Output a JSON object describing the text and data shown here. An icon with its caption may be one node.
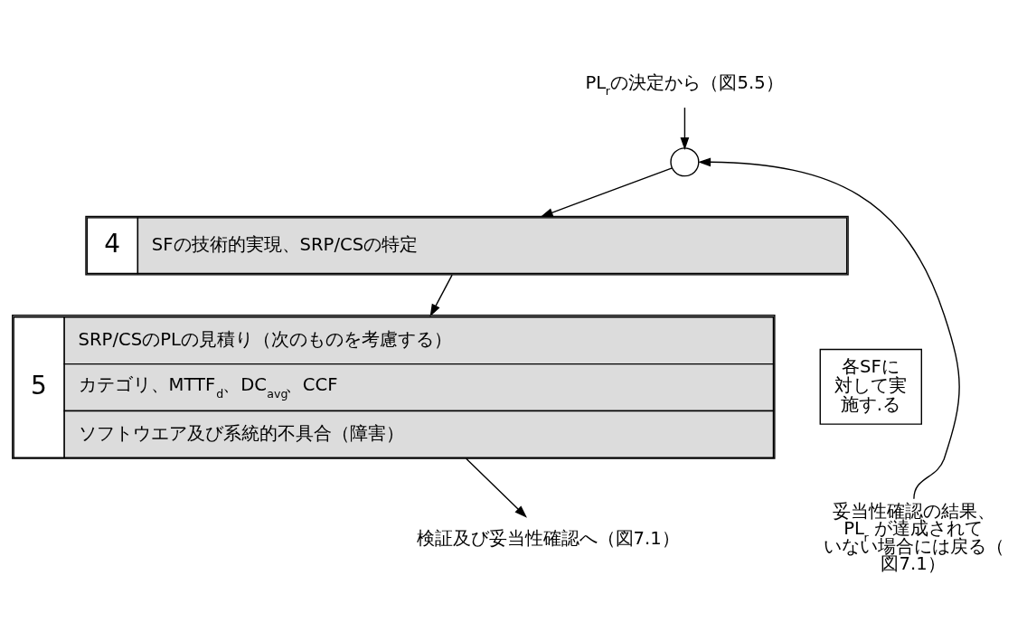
{
  "diagram": {
    "nodes": [
      {
        "text": [
          "PL$_{r}$の決定から（図5.5）"
        ]
      },
      {
        "text": [],
        "shape": "circle"
      },
      {
        "text": [
          "4",
          "SFの技術的実現、SRP/CSの特定"
        ]
      },
      {
        "text": [
          "5",
          "SRP/CSのPLの見積り（次のものを考慮する）",
          "カテゴリ、MTTF$_{d}$、DC$_{avg}$、CCF",
          "ソフトウエア及び系統的不具合（障害）"
        ]
      },
      {
        "text": [
          "検証及び妥当性確認へ（図7.1）"
        ]
      },
      {
        "text": [
          "妥当性確認の結果、PL$_{r}$ が達成されていない場合には戻る（図7.1）"
        ]
      },
      {
        "text": [
          "各SFに対して実施す.る"
        ]
      }
    ],
    "edges": [
      {
        "from": 0,
        "to": 1,
        "arrow": "to"
      },
      {
        "from": 1,
        "to": 2,
        "arrow": "to"
      },
      {
        "from": 2,
        "to": 3,
        "arrow": "to"
      },
      {
        "from": 3,
        "to": 4,
        "arrow": "to"
      },
      {
        "from": 5,
        "to": 1,
        "arrow": "to"
      }
    ]
  }
}
